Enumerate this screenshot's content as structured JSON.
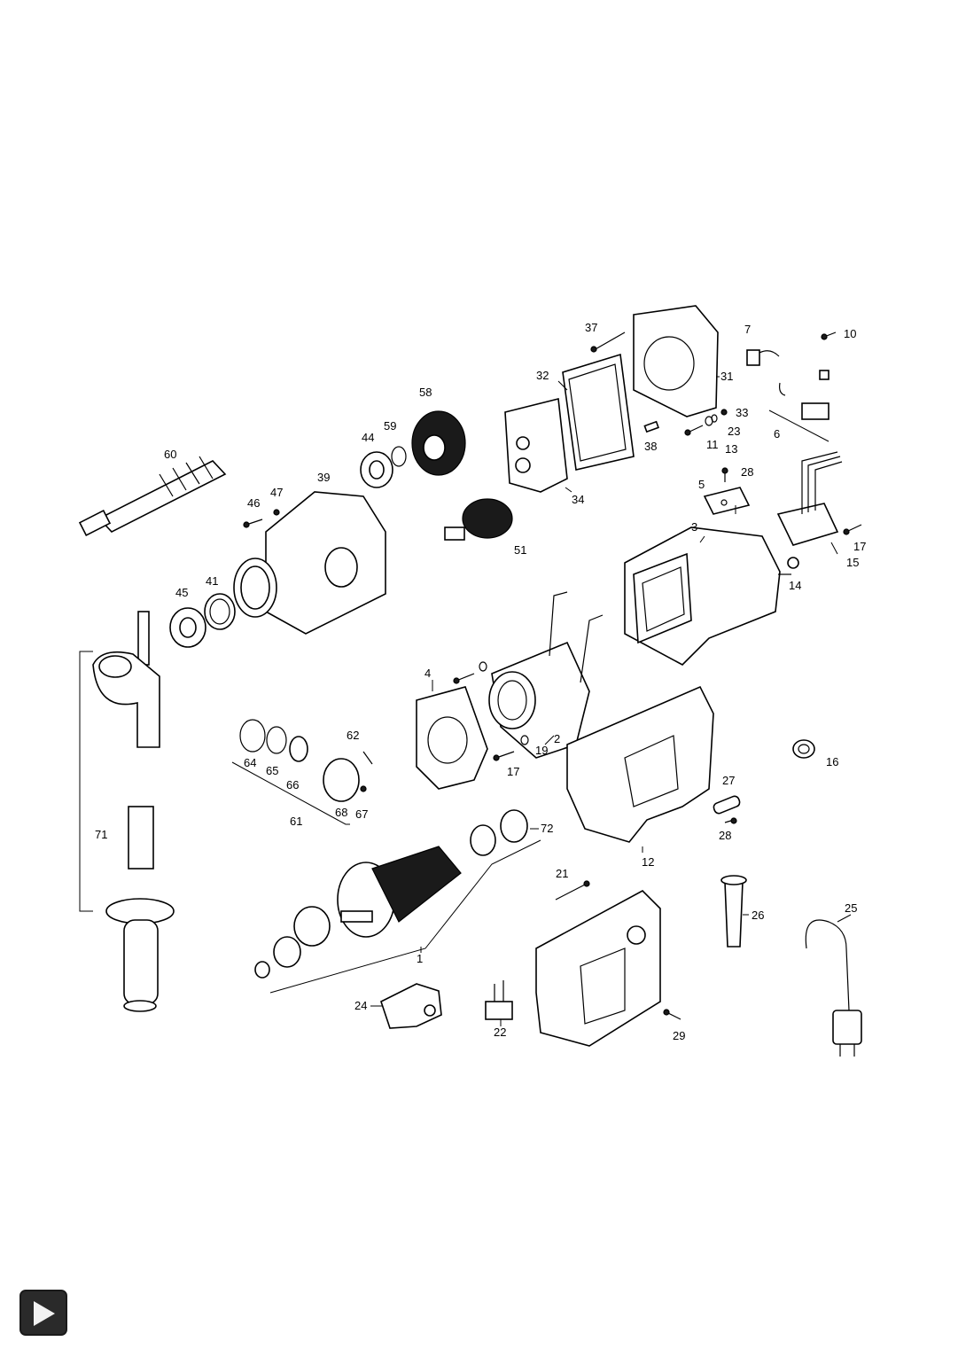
{
  "diagram": {
    "part_labels": [
      "1",
      "2",
      "3",
      "4",
      "5",
      "6",
      "7",
      "10",
      "11",
      "12",
      "13",
      "14",
      "15",
      "16",
      "17",
      "17",
      "19",
      "21",
      "22",
      "23",
      "24",
      "25",
      "26",
      "27",
      "28",
      "28",
      "29",
      "31",
      "32",
      "33",
      "34",
      "37",
      "38",
      "39",
      "41",
      "44",
      "45",
      "46",
      "47",
      "51",
      "58",
      "59",
      "60",
      "61",
      "62",
      "64",
      "65",
      "66",
      "67",
      "68",
      "71",
      "72"
    ]
  },
  "navigation": {
    "next_page_icon": "play-icon",
    "icon_color": "#f2f2f2",
    "button_color": "#2a2a2a"
  }
}
